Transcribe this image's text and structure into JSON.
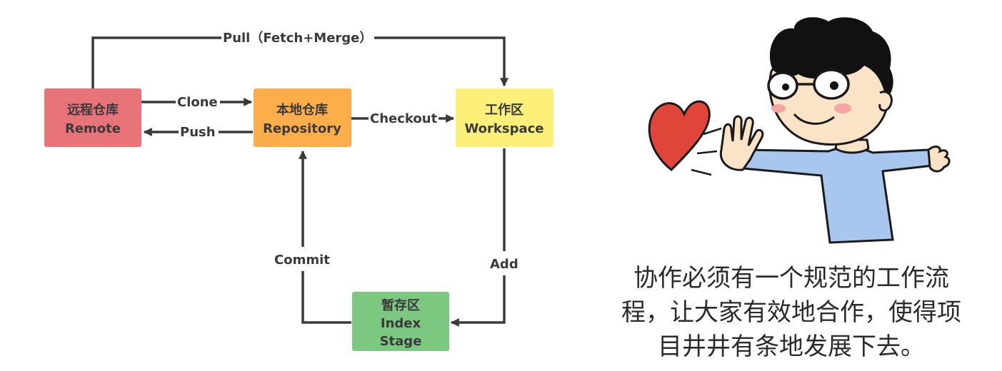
{
  "diagram": {
    "nodes": {
      "remote": {
        "title": "远程仓库",
        "subtitle": "Remote",
        "color": "#E8747A"
      },
      "local": {
        "title": "本地仓库",
        "subtitle": "Repository",
        "color": "#FDAE4B"
      },
      "workspace": {
        "title": "工作区",
        "subtitle": "Workspace",
        "color": "#FDF07A"
      },
      "index": {
        "title": "暂存区",
        "line2": "Index",
        "line3": "Stage",
        "color": "#7DC881"
      }
    },
    "edges": {
      "pull": "Pull（Fetch+Merge）",
      "clone": "Clone",
      "push": "Push",
      "checkout": "Checkout",
      "add": "Add",
      "commit": "Commit"
    },
    "line_color": "#3a3a3a"
  },
  "illustration": {
    "subject": "cartoon boy pushing away a heart",
    "heart_color": "#E0453A",
    "shirt_color": "#A9C6EE"
  },
  "caption": {
    "lines": [
      "协作必须有一个规范的工作流",
      "程，让大家有效地合作，使得项",
      "目井井有条地发展下去。"
    ]
  }
}
